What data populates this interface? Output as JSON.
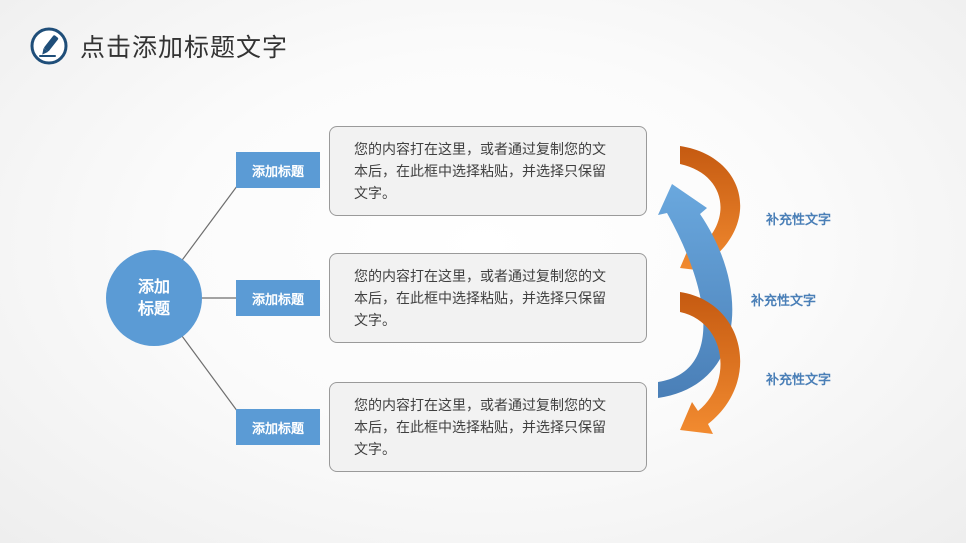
{
  "header": {
    "title": "点击添加标题文字",
    "logo_icon": "pencil-icon"
  },
  "diagram": {
    "center": "添加标题",
    "branches": [
      {
        "label": "添加标题",
        "text": "您的内容打在这里，或者通过复制您的文本后，在此框中选择粘贴，并选择只保留文字。"
      },
      {
        "label": "添加标题",
        "text": "您的内容打在这里，或者通过复制您的文本后，在此框中选择粘贴，并选择只保留文字。"
      },
      {
        "label": "添加标题",
        "text": "您的内容打在这里，或者通过复制您的文本后，在此框中选择粘贴，并选择只保留文字。"
      }
    ],
    "side_notes": [
      "补充性文字",
      "补充性文字",
      "补充性文字"
    ]
  },
  "colors": {
    "primary_blue": "#5b9bd5",
    "dark_blue": "#1f4e79",
    "orange": "#ed7d31",
    "dark_orange": "#c55a11",
    "arrow_blue": "#4a7fb7"
  }
}
